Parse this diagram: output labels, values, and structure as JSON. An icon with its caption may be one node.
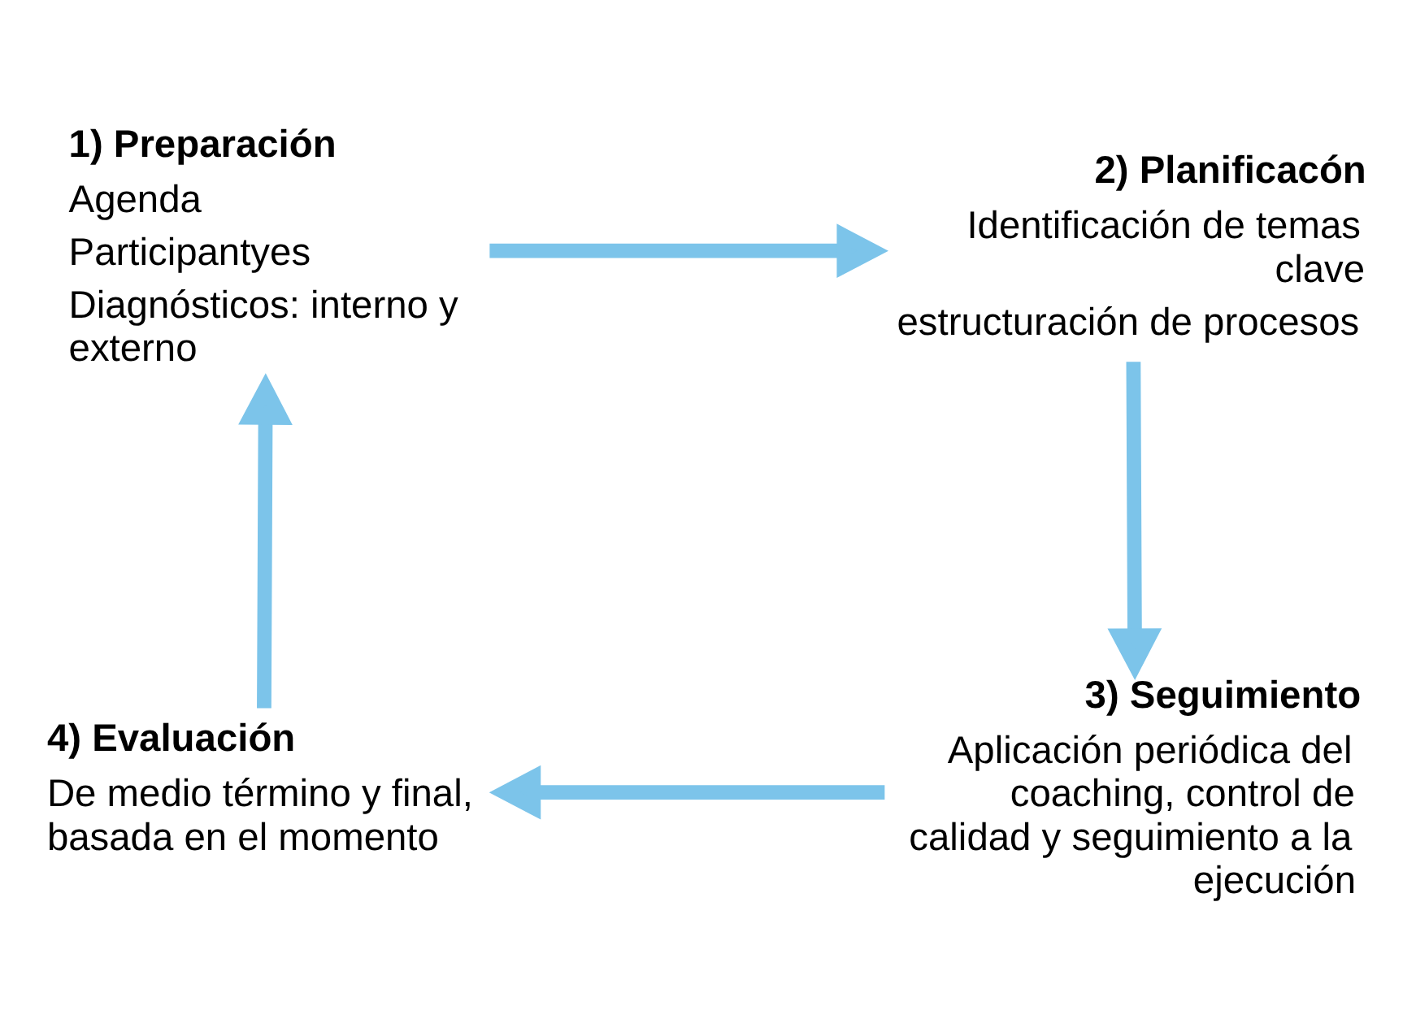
{
  "diagram": {
    "nodes": [
      {
        "text": [
          "1) Preparación",
          "Agenda",
          "Participantyes",
          "Diagnósticos: interno y externo"
        ]
      },
      {
        "text": [
          "2) Planificacón",
          "Identificación de temas clave",
          "estructuración de procesos"
        ]
      },
      {
        "text": [
          "3) Seguimiento",
          "Aplicación periódica del coaching, control de calidad y seguimiento a la ejecución"
        ]
      },
      {
        "text": [
          "4) Evaluación",
          "De medio término y final, basada en el momento"
        ]
      }
    ],
    "edges": [
      {
        "from": 0,
        "to": 1,
        "arrow": "to"
      },
      {
        "from": 1,
        "to": 2,
        "arrow": "to"
      },
      {
        "from": 2,
        "to": 3,
        "arrow": "to"
      },
      {
        "from": 3,
        "to": 0,
        "arrow": "to"
      }
    ]
  }
}
